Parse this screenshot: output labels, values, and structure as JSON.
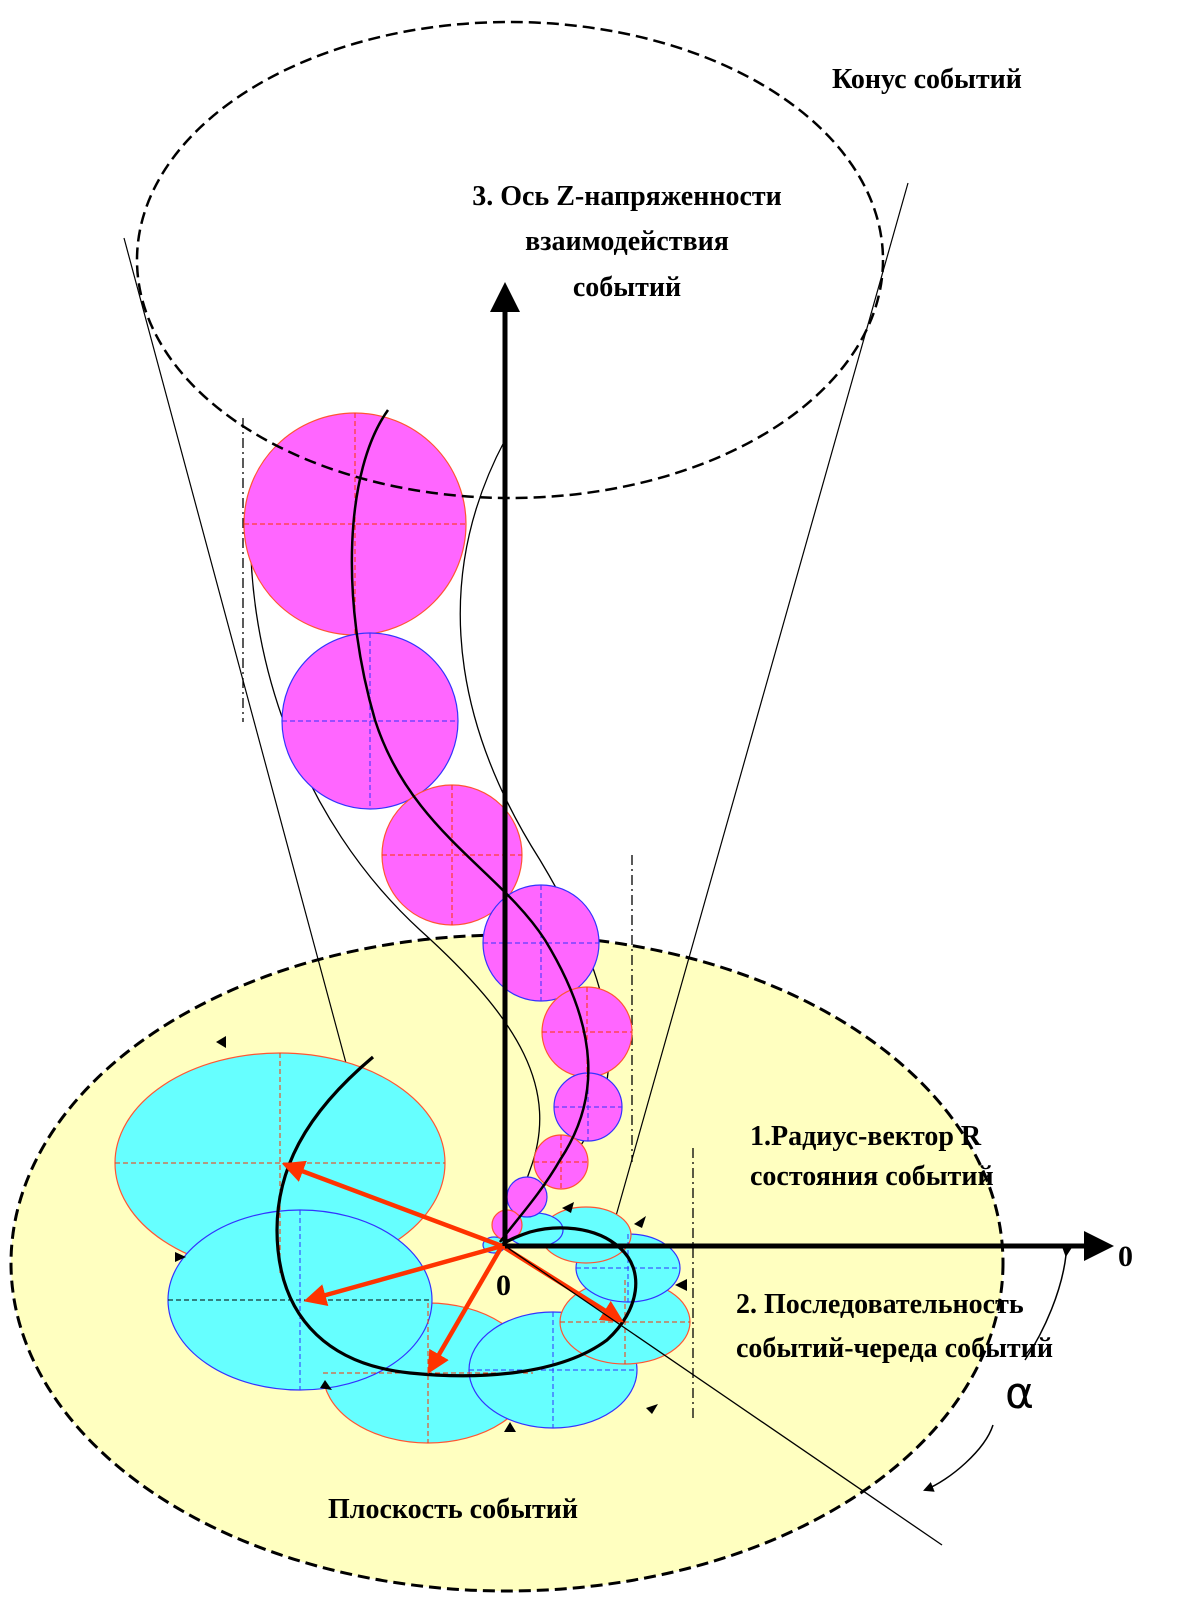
{
  "labels": {
    "cone": "Конус событий",
    "z_axis_line1": "3. Ось Z-напряженности",
    "z_axis_line2": "взаимодействия",
    "z_axis_line3": "событий",
    "radius_line1": "1.Радиус-вектор R",
    "radius_line2": "состояния событий",
    "sequence_line1": "2. Последовательность",
    "sequence_line2": "событий-череда событий",
    "plane": "Плоскость событий",
    "origin": "0",
    "x_axis_end": "0",
    "angle": "α"
  },
  "colors": {
    "plane_fill": "#ffffc0",
    "magenta_circle": "#ff66ff",
    "cyan_ellipse": "#66ffff",
    "radius_vector": "#ff3300",
    "red_crosshair": "#ff3300",
    "blue_crosshair": "#3333ff",
    "line": "#000000"
  },
  "icons": {
    "arrowhead": "triangle-arrowhead",
    "marker": "small-black-triangle"
  }
}
